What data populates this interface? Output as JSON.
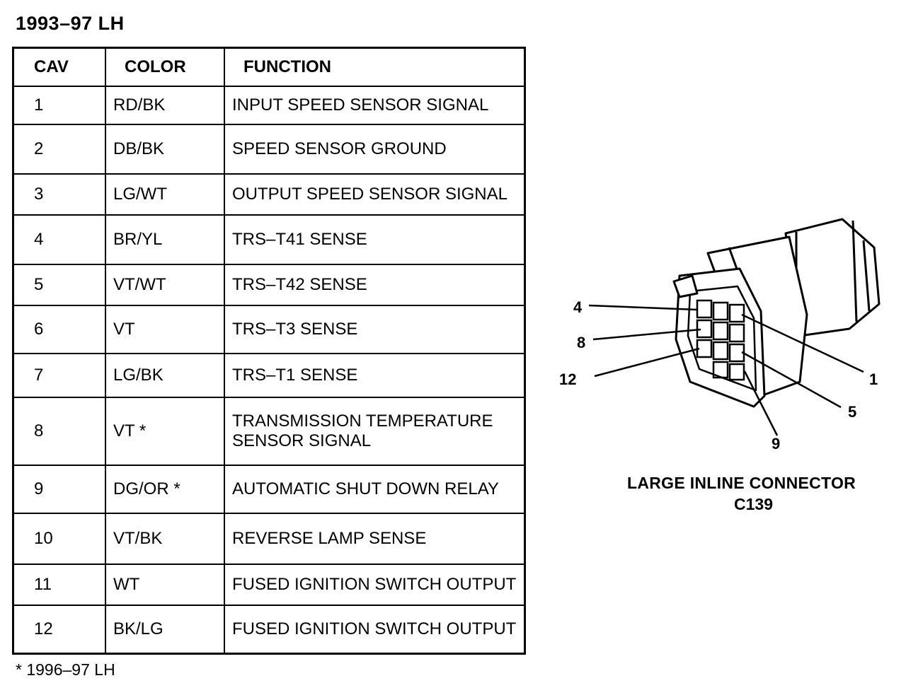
{
  "title": "1993–97 LH",
  "table": {
    "headers": {
      "cav": "CAV",
      "color": "COLOR",
      "function": "FUNCTION"
    },
    "rows": [
      {
        "cav": "1",
        "color": "RD/BK",
        "function": "INPUT SPEED SENSOR SIGNAL"
      },
      {
        "cav": "2",
        "color": "DB/BK",
        "function": "SPEED SENSOR GROUND"
      },
      {
        "cav": "3",
        "color": "LG/WT",
        "function": "OUTPUT SPEED SENSOR SIGNAL"
      },
      {
        "cav": "4",
        "color": "BR/YL",
        "function": "TRS–T41 SENSE"
      },
      {
        "cav": "5",
        "color": "VT/WT",
        "function": "TRS–T42 SENSE"
      },
      {
        "cav": "6",
        "color": "VT",
        "function": "TRS–T3 SENSE"
      },
      {
        "cav": "7",
        "color": "LG/BK",
        "function": "TRS–T1 SENSE"
      },
      {
        "cav": "8",
        "color": "VT *",
        "function": "TRANSMISSION TEMPERATURE",
        "function2": "SENSOR SIGNAL"
      },
      {
        "cav": "9",
        "color": "DG/OR *",
        "function": "AUTOMATIC SHUT DOWN RELAY"
      },
      {
        "cav": "10",
        "color": "VT/BK",
        "function": "REVERSE LAMP SENSE"
      },
      {
        "cav": "11",
        "color": "WT",
        "function": "FUSED IGNITION SWITCH OUTPUT"
      },
      {
        "cav": "12",
        "color": "BK/LG",
        "function": "FUSED IGNITION SWITCH OUTPUT"
      }
    ]
  },
  "footnote": "* 1996–97 LH",
  "connector": {
    "caption_line1": "LARGE INLINE CONNECTOR",
    "caption_line2": "C139",
    "pin_labels": {
      "p4": "4",
      "p8": "8",
      "p12": "12",
      "p1": "1",
      "p5": "5",
      "p9": "9"
    }
  }
}
